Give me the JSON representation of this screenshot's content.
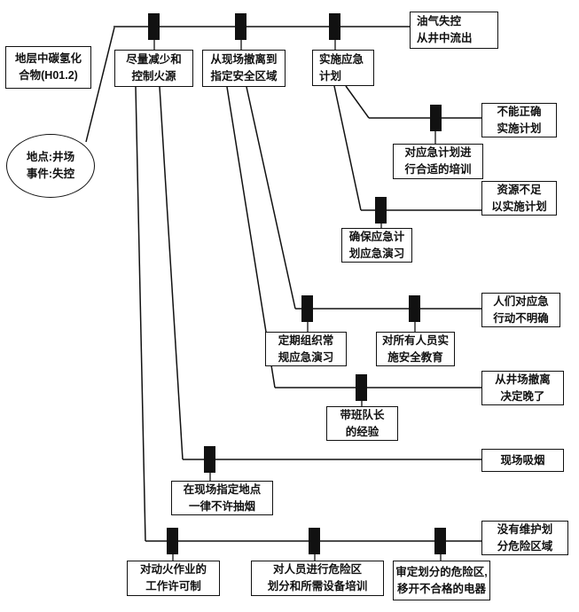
{
  "colors": {
    "ink": "#111111",
    "background": "#ffffff"
  },
  "diagram": {
    "threat_source": "地层中碳氢化\n合物(H01.2)",
    "event": "地点:井场\n事件:失控",
    "top_outcome": "油气失控\n从井中流出",
    "main_barriers": [
      "尽量减少和\n控制火源",
      "从现场撤离到\n指定安全区域",
      "实施应急\n计划"
    ],
    "escalations": [
      {
        "outcome": "不能正确\n实施计划",
        "barriers": [
          "对应急计划进\n行合适的培训"
        ]
      },
      {
        "outcome": "资源不足\n以实施计划",
        "barriers": [
          "确保应急计\n划应急演习"
        ]
      },
      {
        "outcome": "人们对应急\n行动不明确",
        "barriers": [
          "定期组织常\n规应急演习",
          "对所有人员实\n施安全教育"
        ]
      },
      {
        "outcome": "从井场撤离\n决定晚了",
        "barriers": [
          "带班队长\n的经验"
        ]
      },
      {
        "outcome": "现场吸烟",
        "barriers": [
          "在现场指定地点\n一律不许抽烟"
        ]
      },
      {
        "outcome": "没有维护划\n分危险区域",
        "barriers": [
          "对动火作业的\n工作许可制",
          "对人员进行危险区\n划分和所需设备培训",
          "审定划分的危险区,\n移开不合格的电器"
        ]
      }
    ]
  }
}
